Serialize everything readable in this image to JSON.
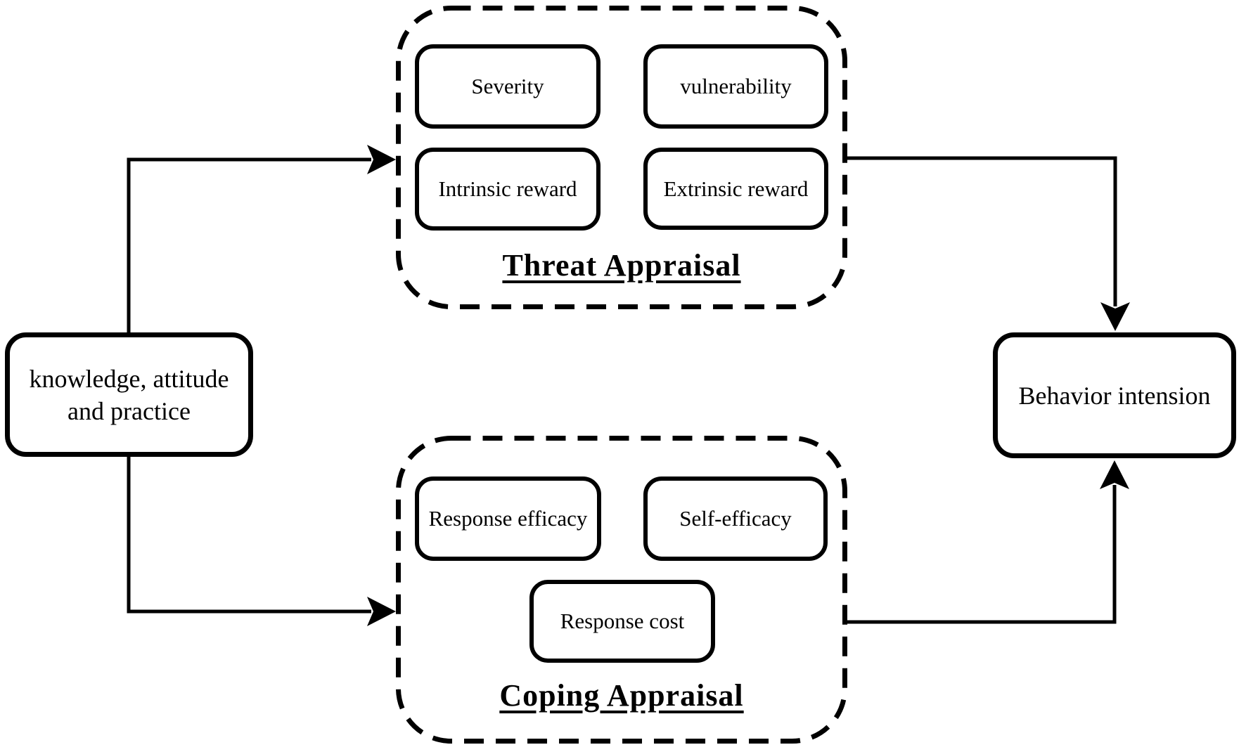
{
  "nodes": {
    "kap_label": "knowledge, attitude and practice",
    "behavior_label": "Behavior intension"
  },
  "threat_group": {
    "title": "Threat Appraisal",
    "items": {
      "severity": "Severity",
      "vulnerability": "vulnerability",
      "intrinsic_reward": "Intrinsic reward",
      "extrinsic_reward": "Extrinsic reward"
    }
  },
  "coping_group": {
    "title": "Coping Appraisal",
    "items": {
      "response_efficacy": "Response efficacy",
      "self_efficacy": "Self-efficacy",
      "response_cost": "Response cost"
    }
  },
  "style": {
    "line_color": "#000000",
    "background_color": "#ffffff"
  }
}
